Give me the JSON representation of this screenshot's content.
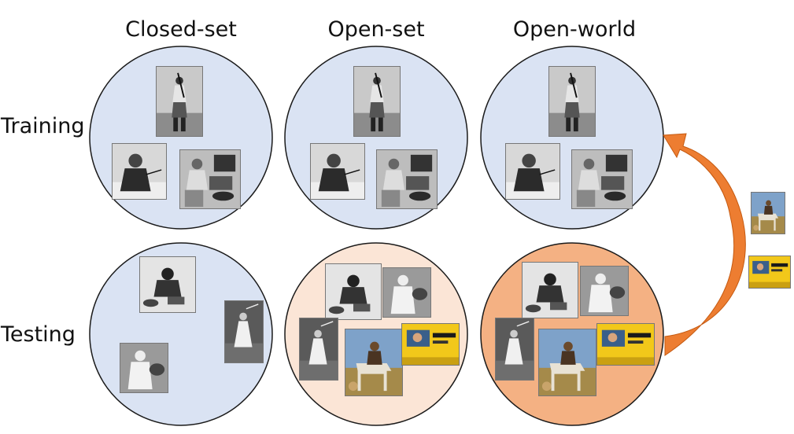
{
  "columns": [
    "Closed-set",
    "Open-set",
    "Open-world"
  ],
  "rows": [
    "Training",
    "Testing"
  ],
  "colors": {
    "known_fill": "#dae3f3",
    "open_set_test_fill": "#fbe5d6",
    "open_world_test_fill": "#f4b183",
    "circle_stroke": "#1a1a1a",
    "arrow": "#ed7d31",
    "arrow_dark": "#c55a11"
  },
  "icons": {
    "golfer_man": "golfer-man-photo",
    "woman_ice_fishing": "woman-ice-fishing-photo",
    "cook": "man-cooking-photo",
    "ice_fisher": "man-ice-fishing-photo",
    "woman_golfer": "woman-golfer-photo",
    "chef": "chef-photo",
    "horse_rider": "horse-rider-photo",
    "taxi": "taxi-photo"
  }
}
